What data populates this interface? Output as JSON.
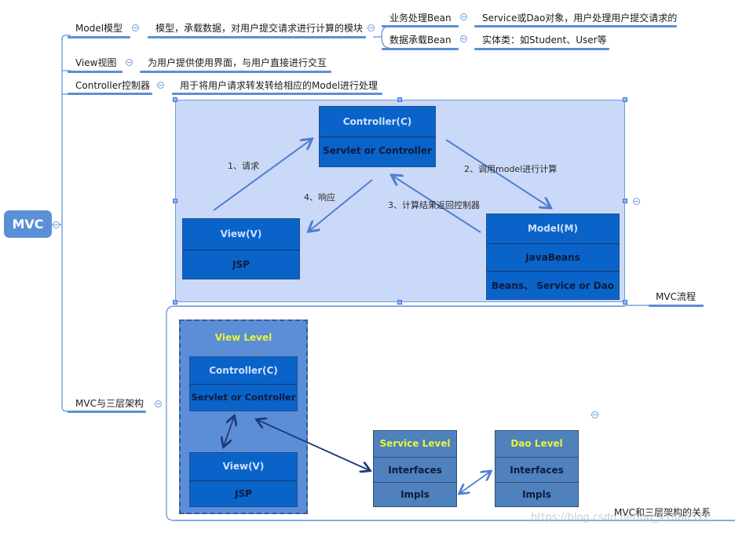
{
  "root": {
    "label": "MVC"
  },
  "branches": {
    "model": {
      "label": "Model模型",
      "desc": "模型，承载数据，对用户提交请求进行计算的模块",
      "children": [
        {
          "label": "业务处理Bean",
          "desc": "Service或Dao对象，用户处理用户提交请求的"
        },
        {
          "label": "数据承载Bean",
          "desc": "实体类：如Student、User等"
        }
      ]
    },
    "view": {
      "label": "View视图",
      "desc": "为用户提供使用界面，与用户直接进行交互"
    },
    "controller": {
      "label": "Controller控制器",
      "desc": "用于将用户请求转发转给相应的Model进行处理"
    },
    "three_tier": {
      "label": "MVC与三层架构",
      "flow_caption": "MVC流程",
      "relation_caption": "MVC和三层架构的关系"
    }
  },
  "mvc_flow": {
    "controller": {
      "title": "Controller(C)",
      "body": "Servlet  or  Controller"
    },
    "view": {
      "title": "View(V)",
      "body": "JSP"
    },
    "model": {
      "title": "Model(M)",
      "rows": [
        "JavaBeans",
        "Beans、 Service or Dao"
      ]
    },
    "arrows": {
      "request": "1、请求",
      "call_model": "2、调用model进行计算",
      "return_result": "3、计算结果返回控制器",
      "response": "4、响应"
    }
  },
  "three_tier_diagram": {
    "view_level": {
      "title": "View Level",
      "controller": {
        "title": "Controller(C)",
        "body": "Servlet  or  Controller"
      },
      "view": {
        "title": "View(V)",
        "body": "JSP"
      }
    },
    "service_level": {
      "title": "Service Level",
      "rows": [
        "Interfaces",
        "Impls"
      ]
    },
    "dao_level": {
      "title": "Dao Level",
      "rows": [
        "Interfaces",
        "Impls"
      ]
    }
  },
  "watermark": "https://blog.csdn.net/qq_41886312",
  "colors": {
    "accent": "#5b8fd6",
    "uml_box": "#0a63c8",
    "image_bg": "#cbd9f8",
    "level_box": "#4f81bd",
    "level_title": "#e8f43a"
  }
}
